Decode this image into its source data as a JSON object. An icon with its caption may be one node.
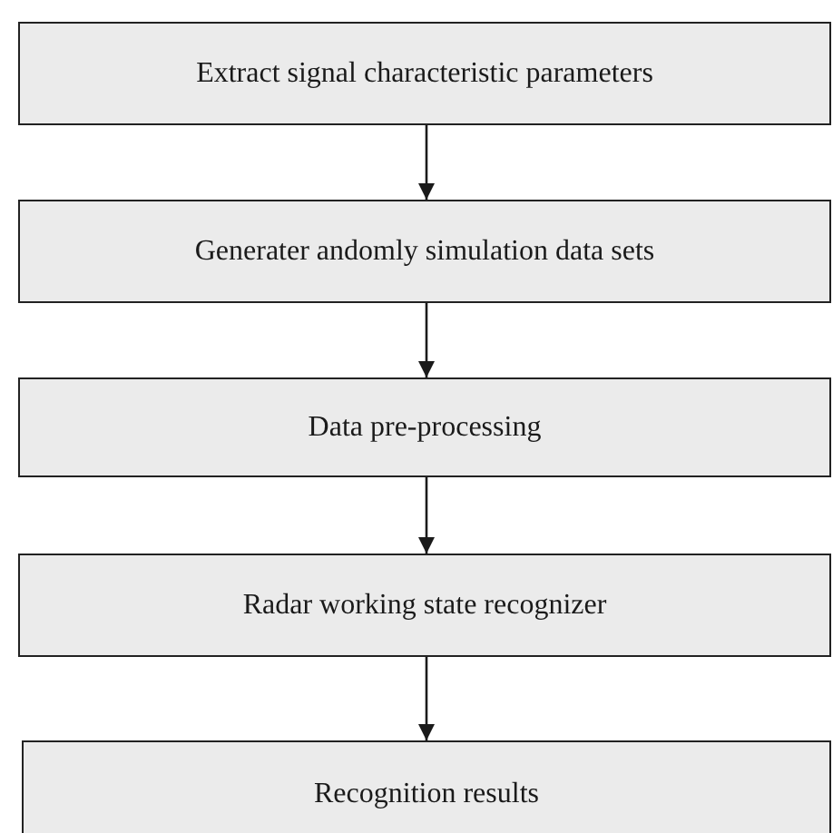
{
  "diagram": {
    "nodes": [
      {
        "text": [
          "Extract signal characteristic parameters"
        ]
      },
      {
        "text": [
          "Generater andomly simulation data sets"
        ]
      },
      {
        "text": [
          "Data pre-processing"
        ]
      },
      {
        "text": [
          "Radar working state recognizer"
        ]
      },
      {
        "text": [
          "Recognition results"
        ]
      }
    ],
    "edges": [
      {
        "from": 0,
        "to": 1,
        "arrow": "to"
      },
      {
        "from": 1,
        "to": 2,
        "arrow": "to"
      },
      {
        "from": 2,
        "to": 3,
        "arrow": "to"
      },
      {
        "from": 3,
        "to": 4,
        "arrow": "to"
      }
    ]
  }
}
